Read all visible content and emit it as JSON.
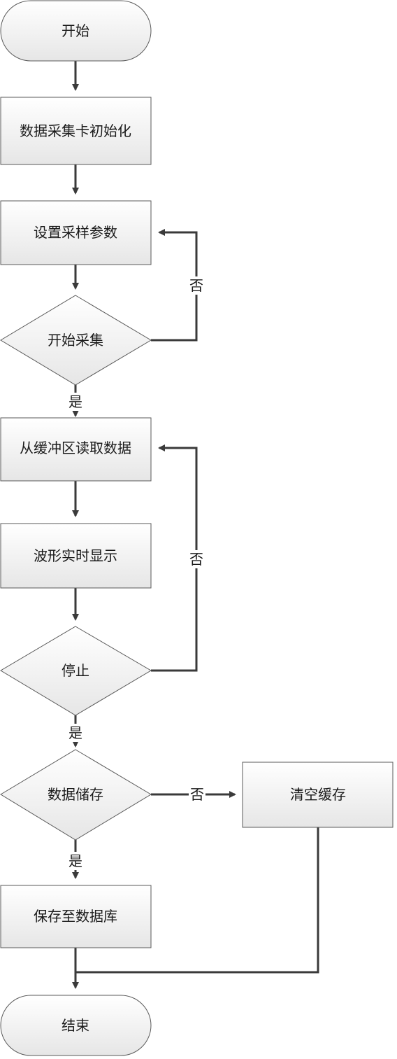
{
  "flowchart": {
    "nodes": {
      "start": "开始",
      "init": "数据采集卡初始化",
      "set_params": "设置采样参数",
      "begin_collect": "开始采集",
      "read_buffer": "从缓冲区读取数据",
      "waveform": "波形实时显示",
      "stop": "停止",
      "store": "数据储存",
      "clear_cache": "清空缓存",
      "save_db": "保存至数据库",
      "end": "结束"
    },
    "edges": {
      "collect_no": "否",
      "collect_yes": "是",
      "stop_no": "否",
      "stop_yes": "是",
      "store_no": "否",
      "store_yes": "是"
    }
  }
}
